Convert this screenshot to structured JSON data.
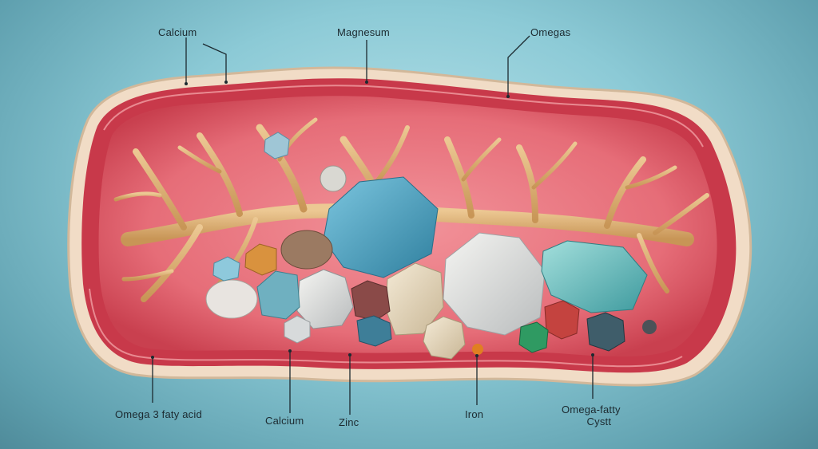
{
  "labels": {
    "top_left": "Calcium",
    "top_center": "Magnesum",
    "top_right": "Omegas",
    "bottom_1": "Omega 3 faty acid",
    "bottom_2": "Calcium",
    "bottom_3": "Zinc",
    "bottom_4": "Iron",
    "bottom_5_line1": "Omega-fatty",
    "bottom_5_line2": "Cystt"
  },
  "colors": {
    "background": "#8ccad6",
    "tissue": "#e8707a",
    "outer_layer": "#f1dcc6",
    "vessels": "#d7ad72"
  }
}
